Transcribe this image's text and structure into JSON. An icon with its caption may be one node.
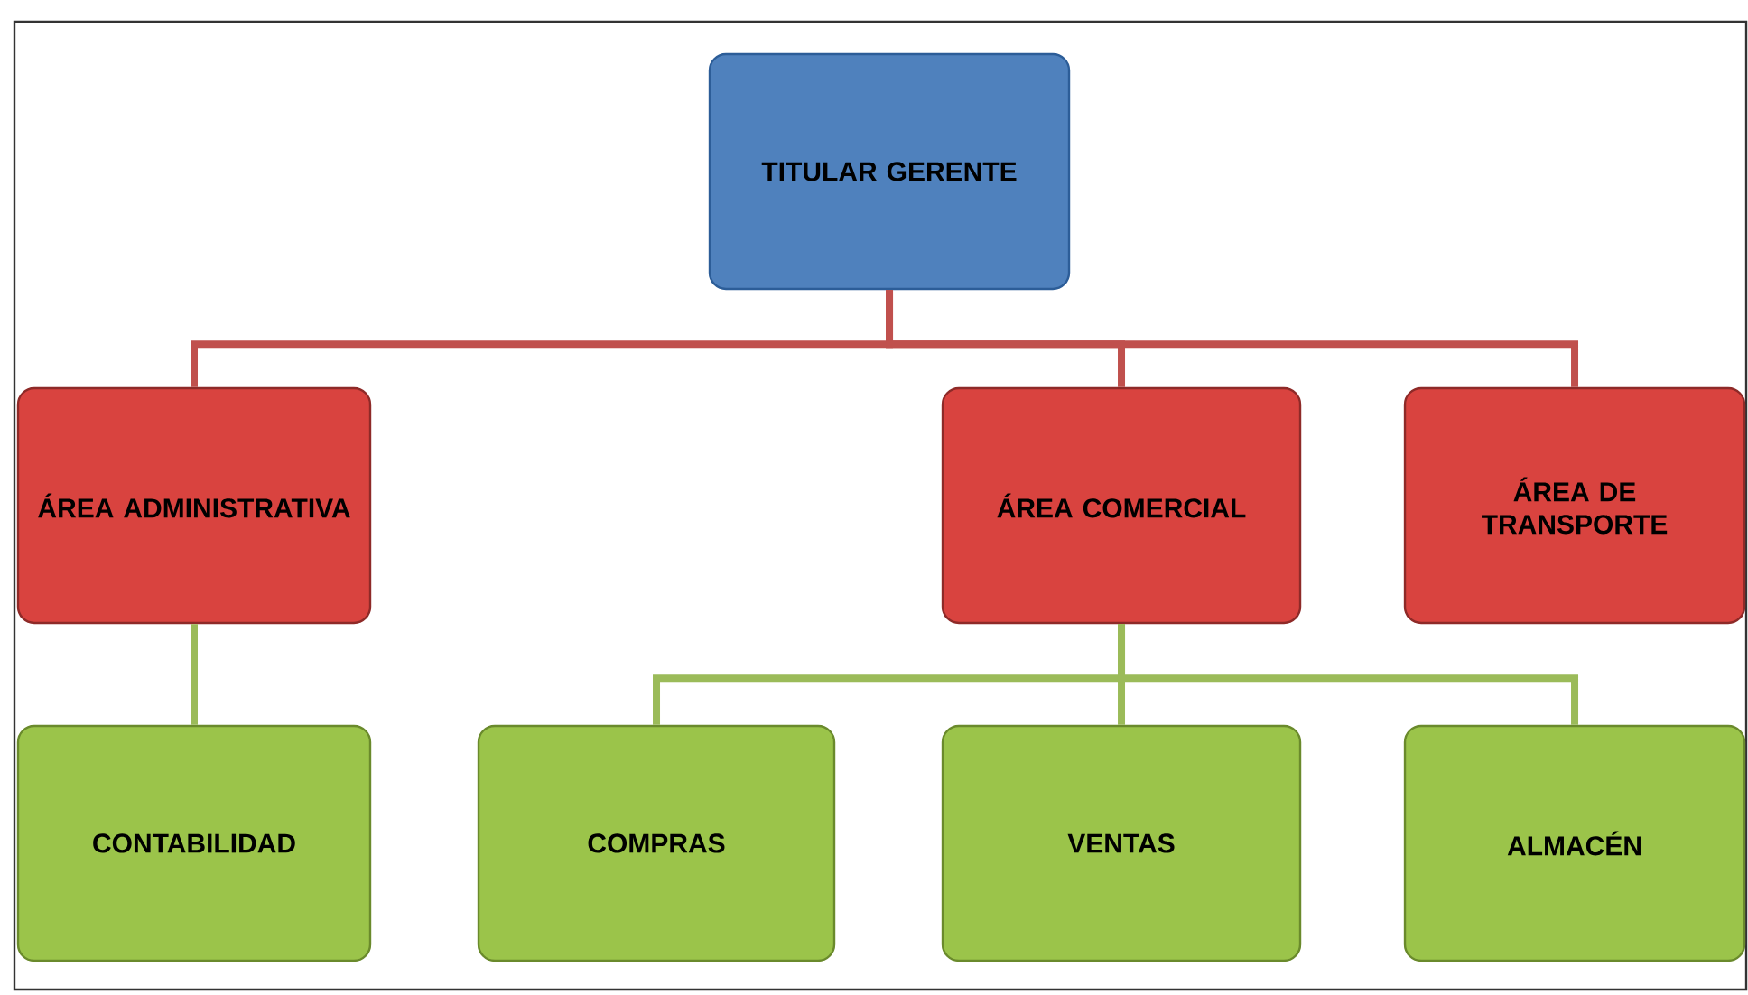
{
  "diagram": {
    "nodes": [
      {
        "text": [
          "TITULAR GERENTE"
        ]
      },
      {
        "text": [
          "ÁREA ADMINISTRATIVA"
        ]
      },
      {
        "text": [
          "ÁREA COMERCIAL"
        ]
      },
      {
        "text": [
          "ÁREA DE TRANSPORTE"
        ]
      },
      {
        "text": [
          "CONTABILIDAD"
        ]
      },
      {
        "text": [
          "COMPRAS"
        ]
      },
      {
        "text": [
          "VENTAS"
        ]
      },
      {
        "text": [
          "ALMACÉN"
        ]
      }
    ],
    "edges": [
      {
        "from": 0,
        "to": 1,
        "arrow": "none",
        "color": "#c0504d"
      },
      {
        "from": 0,
        "to": 2,
        "arrow": "none",
        "color": "#c0504d"
      },
      {
        "from": 0,
        "to": 3,
        "arrow": "none",
        "color": "#c0504d"
      },
      {
        "from": 1,
        "to": 4,
        "arrow": "none"
      },
      {
        "from": 2,
        "to": 5,
        "arrow": "none"
      },
      {
        "from": 2,
        "to": 6,
        "arrow": "none"
      },
      {
        "from": 2,
        "to": 7,
        "arrow": "none"
      }
    ]
  }
}
